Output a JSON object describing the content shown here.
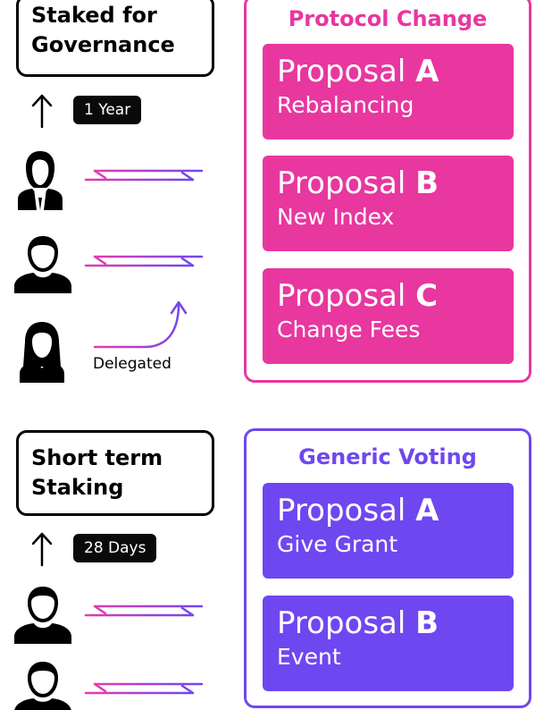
{
  "colors": {
    "protocol": "#e8379f",
    "generic": "#6f47f0",
    "pill_bg": "#0a0a0a",
    "arrow_pink": "#e43bb0",
    "arrow_purple": "#6f47f0"
  },
  "governance": {
    "title_line1": "Staked for",
    "title_line2": "Governance",
    "duration": "1 Year",
    "delegated_label": "Delegated"
  },
  "short_term": {
    "title_line1": "Short term",
    "title_line2": "Staking",
    "duration": "28 Days"
  },
  "protocol_change": {
    "title": "Protocol Change",
    "proposals": [
      {
        "word": "Proposal",
        "letter": "A",
        "desc": "Rebalancing"
      },
      {
        "word": "Proposal",
        "letter": "B",
        "desc": "New Index"
      },
      {
        "word": "Proposal",
        "letter": "C",
        "desc": "Change Fees"
      }
    ]
  },
  "generic_voting": {
    "title": "Generic Voting",
    "proposals": [
      {
        "word": "Proposal",
        "letter": "A",
        "desc": "Give Grant"
      },
      {
        "word": "Proposal",
        "letter": "B",
        "desc": "Event"
      }
    ]
  },
  "icons": [
    "up-arrow-icon",
    "person-icon",
    "double-arrow-icon",
    "curved-arrow-icon"
  ]
}
